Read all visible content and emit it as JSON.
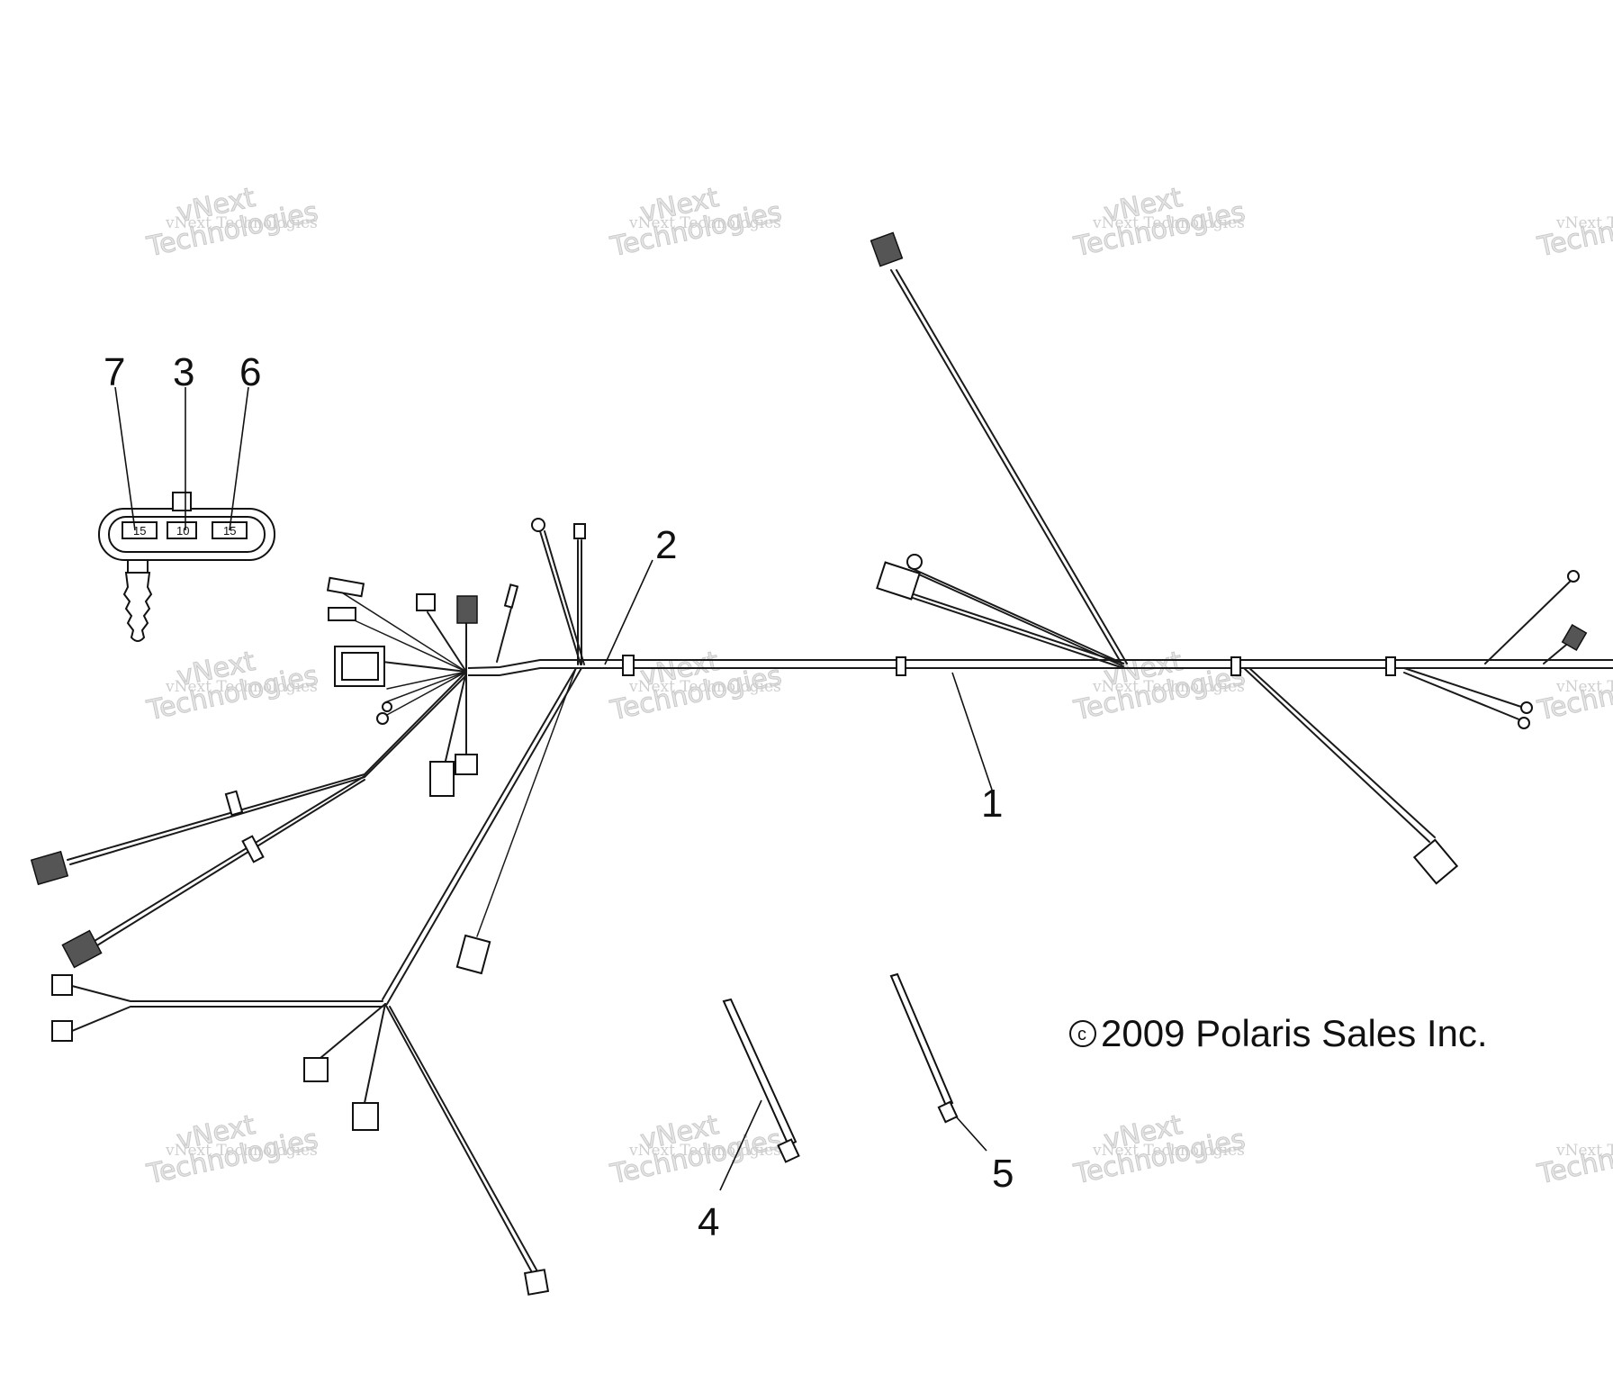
{
  "diagram": {
    "callouts": [
      {
        "id": "1",
        "label": "1"
      },
      {
        "id": "2",
        "label": "2"
      },
      {
        "id": "3",
        "label": "3"
      },
      {
        "id": "4",
        "label": "4"
      },
      {
        "id": "5",
        "label": "5"
      },
      {
        "id": "6",
        "label": "6"
      },
      {
        "id": "7",
        "label": "7"
      }
    ],
    "detail_connector": {
      "pins": [
        "15",
        "10",
        "15"
      ]
    },
    "copyright": {
      "symbol": "c",
      "text": "2009 Polaris Sales Inc."
    },
    "watermark": {
      "line1": "vNext Technologies",
      "line2": "vNext",
      "line3": "Technologies"
    }
  }
}
